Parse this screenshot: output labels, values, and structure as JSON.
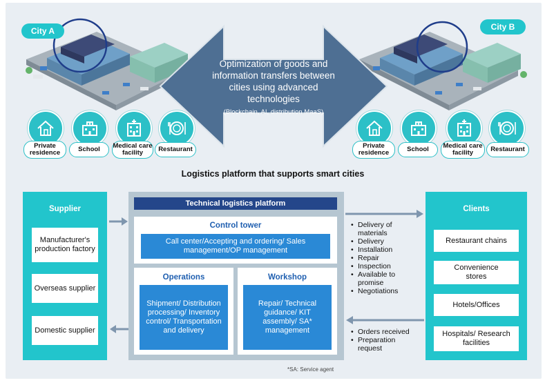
{
  "city_a": {
    "label": "City A"
  },
  "city_b": {
    "label": "City B"
  },
  "center": {
    "line1": "Optimization of goods and",
    "line2": "information transfers between",
    "line3": "cities using advanced technologies",
    "line4": "(Blockchain, AI, distribution MaaS)"
  },
  "facilities": {
    "private": "Private residence",
    "school": "School",
    "medical": "Medical care facility",
    "restaurant": "Restaurant"
  },
  "section_title": "Logistics platform that supports smart cities",
  "supplier": {
    "title": "Supplier",
    "items": [
      "Manufacturer's production factory",
      "Overseas supplier",
      "Domestic supplier"
    ]
  },
  "platform": {
    "title": "Technical logistics platform",
    "control_tower": {
      "title": "Control tower",
      "text": "Call center/Accepting and ordering/ Sales management/OP management"
    },
    "operations": {
      "title": "Operations",
      "text": "Shipment/ Distribution processing/ Inventory control/ Transportation and delivery"
    },
    "workshop": {
      "title": "Workshop",
      "text": "Repair/ Technical guidance/ KIT assembly/ SA* management"
    }
  },
  "services_out": [
    "Delivery of materials",
    "Delivery",
    "Installation",
    "Repair",
    "Inspection",
    "Available to promise",
    "Negotiations"
  ],
  "services_in": [
    "Orders received",
    "Preparation request"
  ],
  "clients": {
    "title": "Clients",
    "items": [
      "Restaurant chains",
      "Convenience stores",
      "Hotels/Offices",
      "Hospitals/ Research facilities"
    ]
  },
  "footnote": "*SA: Service agent",
  "colors": {
    "teal": "#22c5cc",
    "navy": "#24468a",
    "blue": "#2a89d6",
    "arrow": "#4e6f93",
    "gray_blue": "#b6c6d1"
  },
  "icons": [
    "house-icon",
    "school-icon",
    "hospital-icon",
    "plate-icon",
    "warehouse-illustration",
    "double-arrow-icon"
  ]
}
